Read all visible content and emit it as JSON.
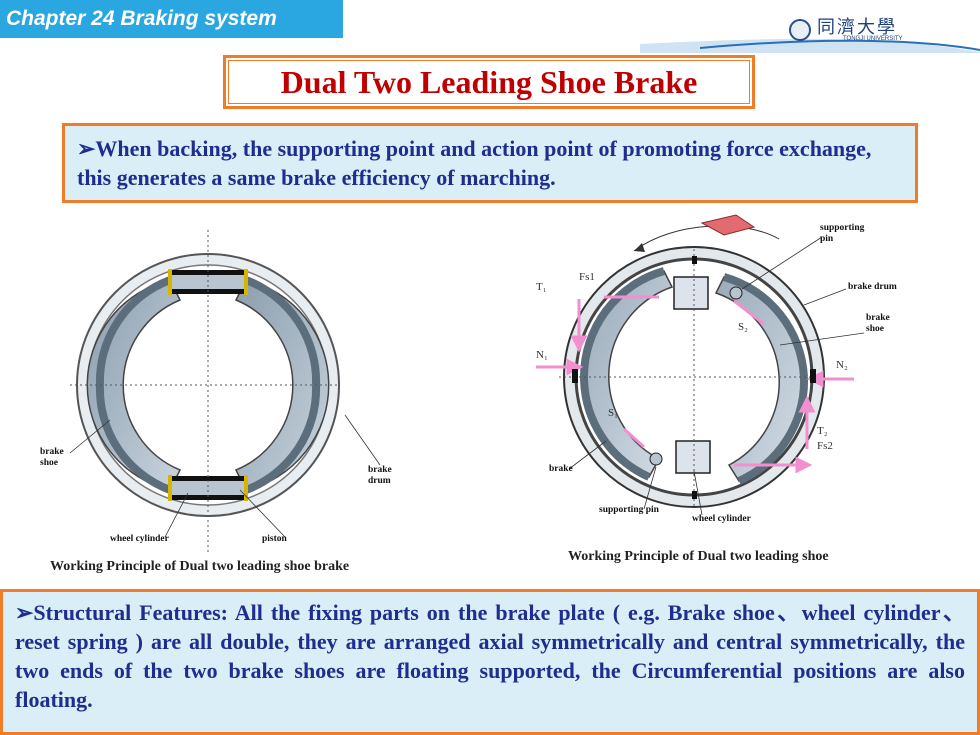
{
  "header": {
    "chapter_label": "Chapter 24 Braking system",
    "university_name_cn": "同濟大學",
    "university_name_en": "TONGJI UNIVERSITY"
  },
  "title": "Dual Two Leading Shoe Brake",
  "note": "➢When backing,  the supporting point and action point of promoting force exchange, this generates a same brake efficiency of marching.",
  "figure_left": {
    "caption": "Working Principle of Dual two leading shoe brake",
    "labels": {
      "brake_shoe": "brake shoe",
      "brake_drum": "brake drum",
      "wheel_cylinder": "wheel cylinder",
      "piston": "piston"
    }
  },
  "figure_right": {
    "caption": "Working Principle of Dual two leading shoe",
    "labels": {
      "supporting_pin_top": "supporting pin",
      "brake_drum": "brake drum",
      "brake_shoe": "brake shoe",
      "brake": "brake",
      "supporting_pin_bottom": "supporting pin",
      "wheel_cylinder": "wheel cylinder"
    },
    "symbols": {
      "t1": "T₁",
      "fs1": "Fs1",
      "n1": "N₁",
      "s2": "S₂",
      "n2": "N₂",
      "s1": "S₁",
      "t2": "T₂",
      "fs2": "Fs2"
    }
  },
  "features": "➢Structural Features: All the fixing parts on the brake plate ( e.g. Brake shoe、wheel cylinder、reset spring ) are all double, they are arranged axial symmetrically and central symmetrically, the two ends of the two brake shoes are floating supported, the Circumferential positions are also floating.",
  "colors": {
    "accent_orange": "#f07c28",
    "chapter_blue": "#2aa7e0",
    "title_red": "#c00000",
    "text_blue": "#1f2d8f",
    "panel_bg": "#d9eef6",
    "arrow_pink": "#f28fcf"
  }
}
